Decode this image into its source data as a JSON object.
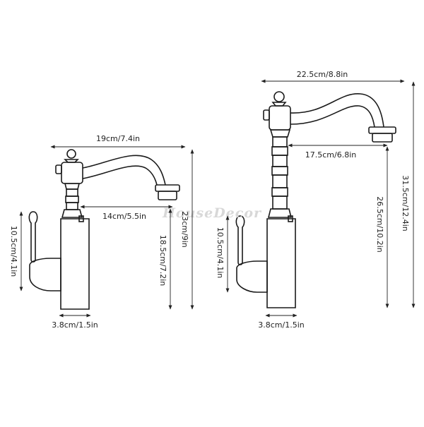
{
  "watermark": "HouseDecor",
  "faucet_short": {
    "spout_reach": "19cm/7.4in",
    "spout_inner": "14cm/5.5in",
    "total_height": "23cm/9in",
    "spout_height": "18.5cm/7.2in",
    "handle_height": "10.5cm/4.1in",
    "base_diameter": "3.8cm/1.5in"
  },
  "faucet_tall": {
    "spout_reach": "22.5cm/8.8in",
    "spout_inner": "17.5cm/6.8in",
    "total_height": "31.5cm/12.4in",
    "spout_height": "26.5cm/10.2in",
    "handle_height": "10.5cm/4.1in",
    "base_diameter": "3.8cm/1.5in"
  }
}
